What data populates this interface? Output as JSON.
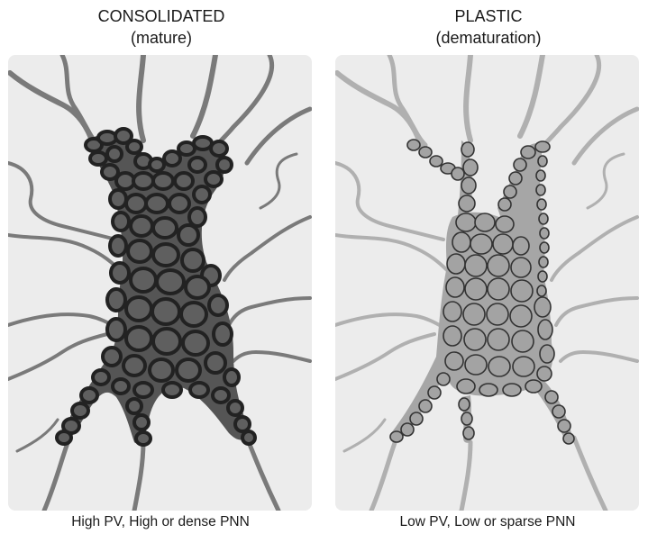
{
  "panels": [
    {
      "title": "CONSOLIDATED",
      "subtitle": "(mature)",
      "caption": "High PV, High or dense PNN"
    },
    {
      "title": "PLASTIC",
      "subtitle": "(dematuration)",
      "caption": "Low PV, Low or sparse PNN"
    }
  ],
  "colors": {
    "panel_background": "#ececec",
    "dendrite_left": "#7a7a7a",
    "dendrite_right": "#a8a8a8",
    "pnn_dense_stroke": "#2b2b2b",
    "pnn_dense_fill": "#5a5a5a",
    "pnn_sparse_stroke": "#333333",
    "pnn_sparse_fill": "#a0a0a0"
  }
}
